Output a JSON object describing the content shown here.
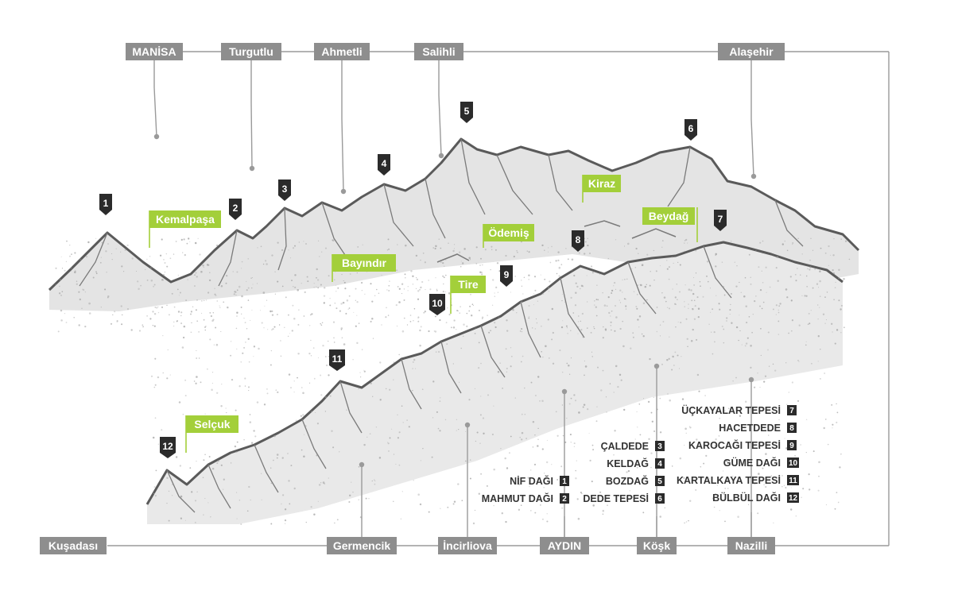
{
  "colors": {
    "label_bg": "#8e8e8e",
    "label_text": "#ffffff",
    "connector": "#9a9a9a",
    "town_bg": "#a3cf3a",
    "town_text": "#ffffff",
    "marker_bg": "#2b2b2b",
    "marker_text": "#ffffff",
    "ridge": "#5a5a5a",
    "legend_text": "#333333"
  },
  "top_labels": [
    "MANİSA",
    "Turgutlu",
    "Ahmetli",
    "Salihli",
    "Alaşehir"
  ],
  "bottom_labels": [
    "Kuşadası",
    "Germencik",
    "İncirliova",
    "AYDIN",
    "Köşk",
    "Nazilli"
  ],
  "towns": [
    "Kemalpaşa",
    "Bayındır",
    "Ödemiş",
    "Kiraz",
    "Beydağ",
    "Tire",
    "Selçuk"
  ],
  "peak_markers": [
    "1",
    "2",
    "3",
    "4",
    "5",
    "6",
    "7",
    "8",
    "9",
    "10",
    "11",
    "12"
  ],
  "legend": {
    "group1": [
      {
        "name": "NİF DAĞI",
        "num": "1"
      },
      {
        "name": "MAHMUT DAĞI",
        "num": "2"
      }
    ],
    "group2": [
      {
        "name": "ÇALDEDE",
        "num": "3"
      },
      {
        "name": "KELDAĞ",
        "num": "4"
      },
      {
        "name": "BOZDAĞ",
        "num": "5"
      },
      {
        "name": "DEDE TEPESİ",
        "num": "6"
      }
    ],
    "group3": [
      {
        "name": "ÜÇKAYALAR TEPESİ",
        "num": "7"
      },
      {
        "name": "HACETDEDE",
        "num": "8"
      },
      {
        "name": "KAROCAĞI TEPESİ",
        "num": "9"
      },
      {
        "name": "GÜME DAĞI",
        "num": "10"
      },
      {
        "name": "KARTALKAYA TEPESİ",
        "num": "11"
      },
      {
        "name": "BÜLBÜL DAĞI",
        "num": "12"
      }
    ]
  }
}
